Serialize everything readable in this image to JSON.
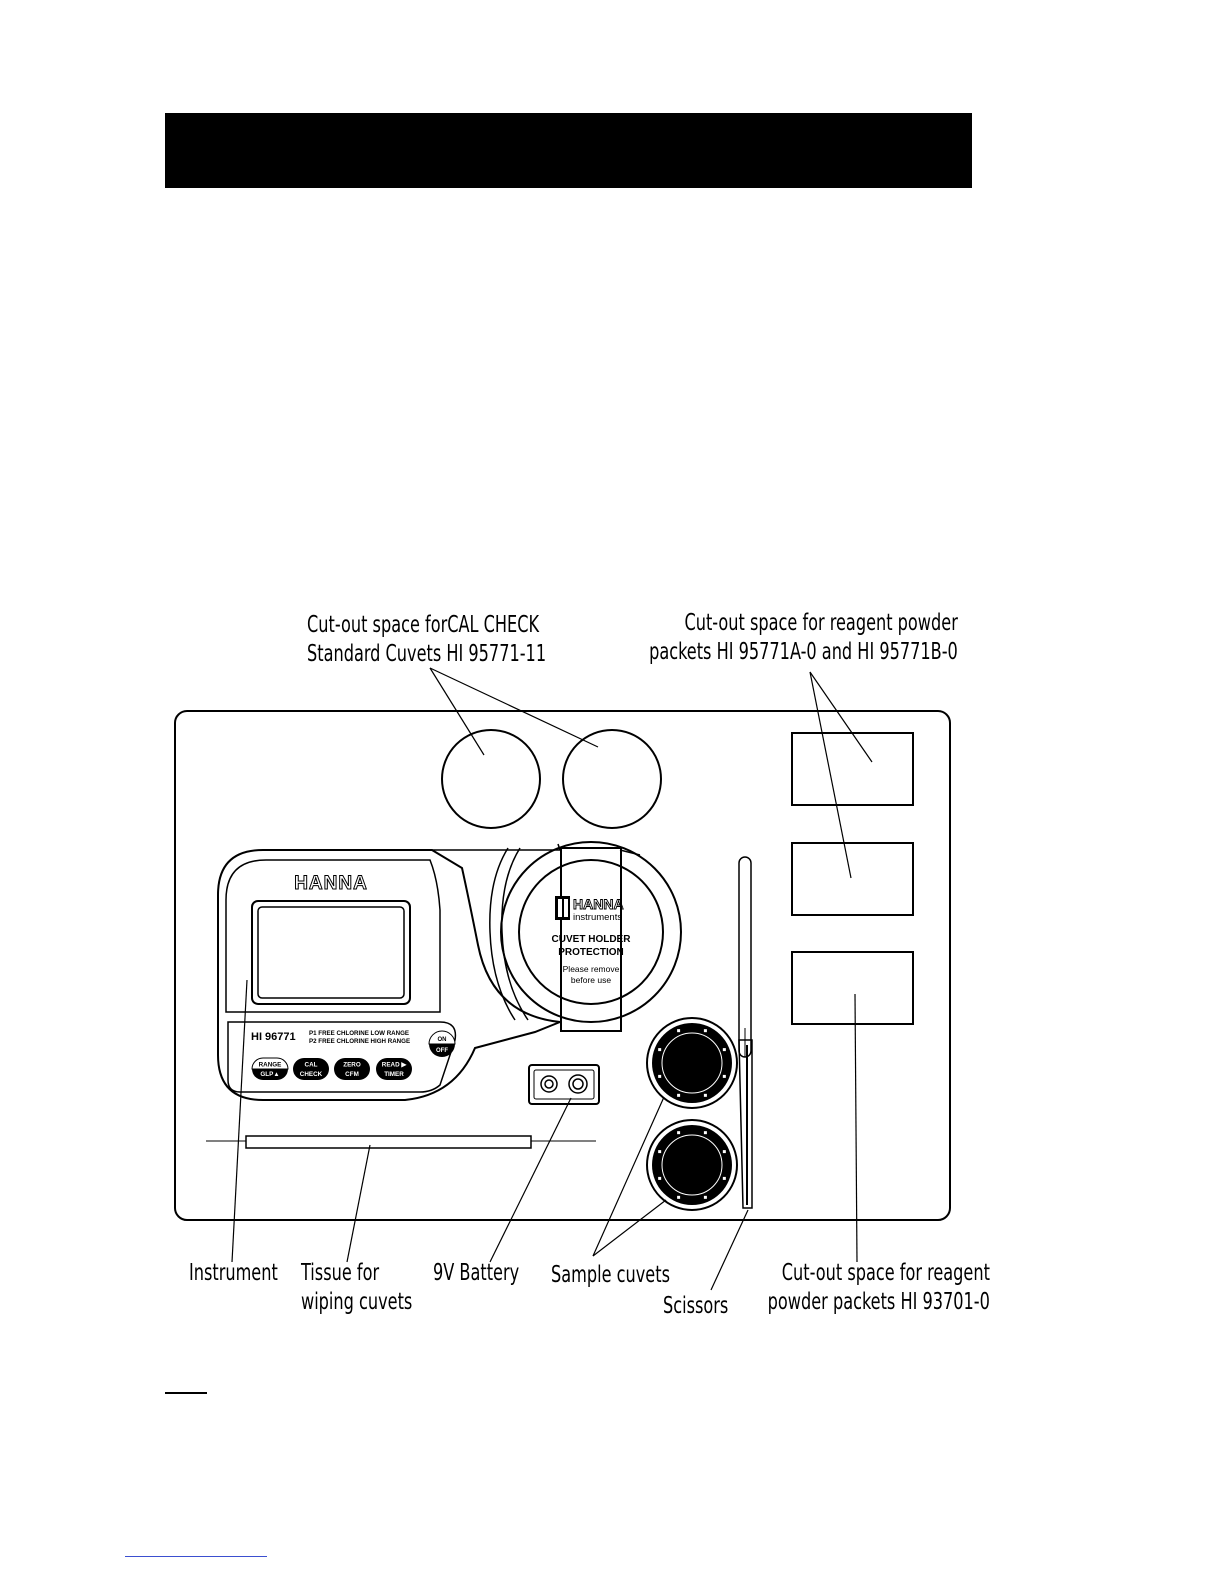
{
  "callouts": {
    "cal_check": "Cut-out space forCAL CHECK\nStandard Cuvets HI 95771-11",
    "reagent_packets_top": "Cut-out space for reagent powder\npackets HI 95771A-0 and HI 95771B-0",
    "instrument": "Instrument",
    "tissue": "Tissue for\nwiping cuvets",
    "battery": "9V Battery",
    "sample_cuvets": "Sample cuvets",
    "scissors": "Scissors",
    "reagent_packets_bottom": "Cut-out space for reagent\npowder packets HI 93701-0"
  },
  "instrument": {
    "brand": "HANNA",
    "model": "HI 96771",
    "program_1": "P1 FREE CHLORINE LOW RANGE",
    "program_2": "P2 FREE CHLORINE HIGH RANGE",
    "on_label": "ON",
    "off_label": "OFF",
    "buttons": [
      {
        "top": "RANGE",
        "bottom": "GLP▲"
      },
      {
        "top": "CAL",
        "bottom": "CHECK"
      },
      {
        "top": "ZERO",
        "bottom": "CFM"
      },
      {
        "top": "READ ▶",
        "bottom": "TIMER"
      }
    ]
  },
  "cuvet_cap": {
    "brand_line_1": "HANNA",
    "brand_line_2": "instruments",
    "label_line_1": "CUVET HOLDER",
    "label_line_2": "PROTECTION",
    "label_line_3": "Please remove",
    "label_line_4": "before use"
  }
}
